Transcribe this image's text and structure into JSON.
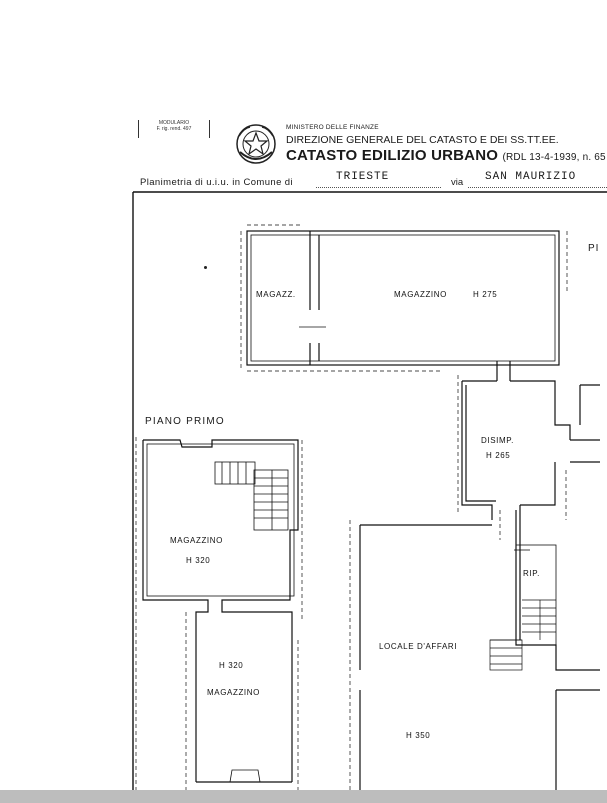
{
  "header": {
    "stamp_line1": "MODULARIO",
    "stamp_line2": "F. rig. rend. 497",
    "ministry": "MINISTERO DELLE FINANZE",
    "direzione": "DIREZIONE GENERALE DEL CATASTO E DEI SS.TT.EE.",
    "catasto": "CATASTO EDILIZIO URBANO",
    "rdl": "(RDL 13-4-1939, n. 65"
  },
  "planimetria": {
    "prefix": "Planimetria di u.i.u. in Comune di",
    "comune": "TRIESTE",
    "via_label": "via",
    "via": "SAN MAURIZIO"
  },
  "labels": {
    "piano_primo": "PIANO PRIMO",
    "pl": "PI"
  },
  "rooms": {
    "magazz": "MAGAZZ.",
    "magazzino_top": "MAGAZZINO",
    "h_top": "H 275",
    "disimp": "DISIMP.",
    "h_disimp": "H 265",
    "magazzino_left": "MAGAZZINO",
    "h_left": "H 320",
    "rip": "RIP.",
    "locale": "LOCALE D'AFFARI",
    "h_lower": "H 320",
    "magazzino_lower": "MAGAZZINO",
    "h_locale": "H 350"
  }
}
